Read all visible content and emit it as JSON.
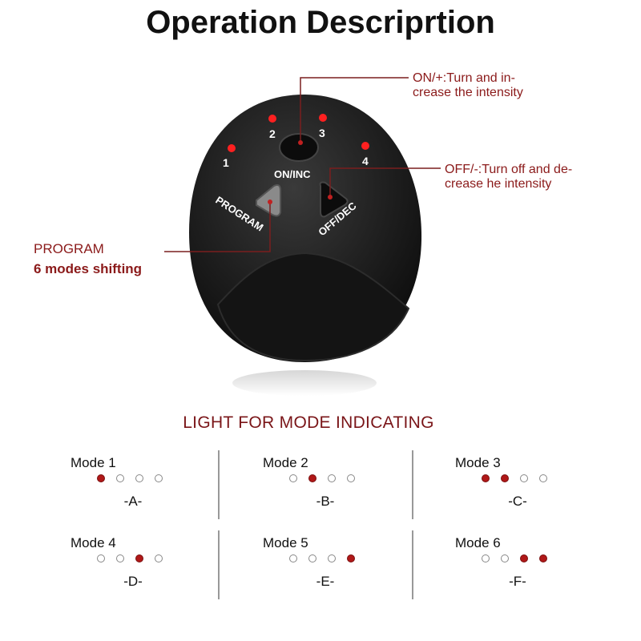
{
  "title": "Operation Descriprtion",
  "device": {
    "led_numbers": [
      "1",
      "2",
      "3",
      "4"
    ],
    "buttons": {
      "on": "ON/INC",
      "off": "OFF/DEC",
      "program": "PROGRAM"
    }
  },
  "annotations": {
    "on": [
      "ON/+:Turn and in-",
      "crease the intensity"
    ],
    "off": [
      "OFF/-:Turn off and de-",
      "crease he intensity"
    ],
    "program": [
      "PROGRAM",
      "6 modes shifting"
    ]
  },
  "light_title": "LIGHT FOR MODE INDICATING",
  "modes": [
    {
      "label": "Mode 1",
      "letter": "-A-",
      "lights": [
        1,
        0,
        0,
        0
      ]
    },
    {
      "label": "Mode 2",
      "letter": "-B-",
      "lights": [
        0,
        1,
        0,
        0
      ]
    },
    {
      "label": "Mode 3",
      "letter": "-C-",
      "lights": [
        1,
        1,
        0,
        0
      ]
    },
    {
      "label": "Mode 4",
      "letter": "-D-",
      "lights": [
        0,
        0,
        1,
        0
      ]
    },
    {
      "label": "Mode 5",
      "letter": "-E-",
      "lights": [
        0,
        0,
        0,
        1
      ]
    },
    {
      "label": "Mode 6",
      "letter": "-F-",
      "lights": [
        0,
        0,
        1,
        1
      ]
    }
  ],
  "colors": {
    "accent": "#8b1a1a",
    "led": "#ff2020",
    "device": "#1c1c1c"
  }
}
